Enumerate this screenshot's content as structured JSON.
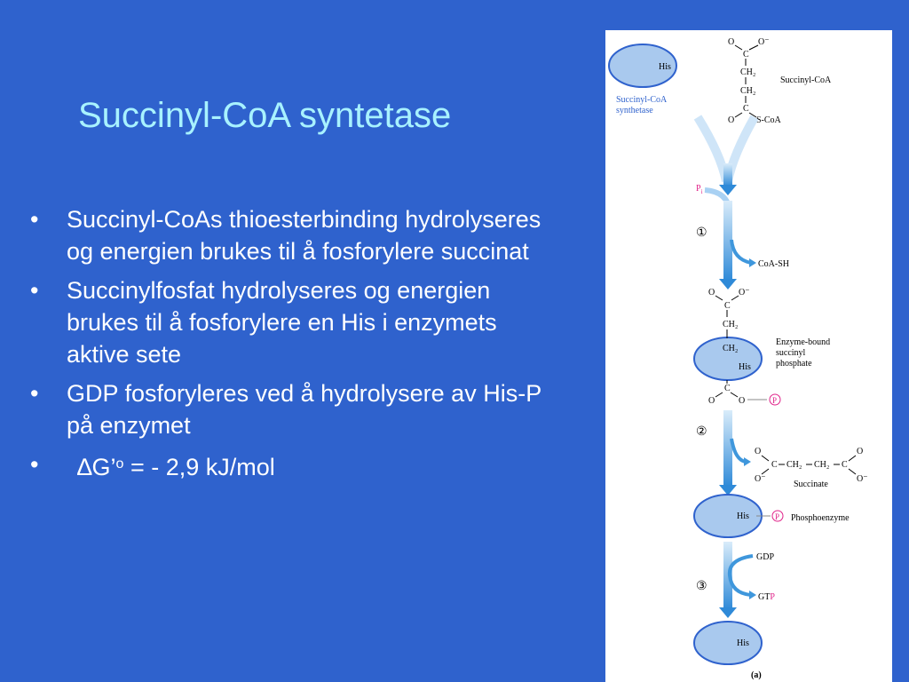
{
  "title": "Succinyl-CoA syntetase",
  "bullets": [
    "Succinyl-CoAs thioesterbinding hydrolyseres og energien brukes til å fosforylere succinat",
    "Succinylfosfat hydrolyseres og energien brukes til å fosforylere en His i enzymets aktive sete",
    "GDP fosforyleres ved å hydrolysere av His-P på enzymet"
  ],
  "bullet_marker": "•",
  "delta_g": {
    "symbol": "∆G’",
    "superscript": "o",
    "value": " = - 2,9 kJ/mol"
  },
  "figure": {
    "enzyme_label": "His",
    "enzyme_name_line1": "Succinyl-CoA",
    "enzyme_name_line2": "synthetase",
    "succinyl_coa": {
      "o_left": "O",
      "o_minus": "O⁻",
      "c_top": "C",
      "ch2_a": "CH₂",
      "ch2_b": "CH₂",
      "c_bottom": "C",
      "o_bottom": "O",
      "s_coa": "S-CoA",
      "label": "Succinyl-CoA"
    },
    "pi": "P",
    "pi_sub": "i",
    "step1": "①",
    "coa_sh": "CoA-SH",
    "intermediate": {
      "o_left": "O",
      "o_minus": "O⁻",
      "c_top": "C",
      "ch2_a": "CH₂",
      "ch2_b": "CH₂",
      "his": "His",
      "c_bottom": "C",
      "o_bottom_left": "O",
      "o_bottom_right": "O",
      "p": "P",
      "label_line1": "Enzyme-bound",
      "label_line2": "succinyl",
      "label_line3": "phosphate"
    },
    "step2": "②",
    "succinate": {
      "o1": "O",
      "o2": "O⁻",
      "c1": "C",
      "ch2_a": "CH₂",
      "ch2_b": "CH₂",
      "c2": "C",
      "o3": "O",
      "o4": "O⁻",
      "label": "Succinate"
    },
    "phosphoenzyme": {
      "his": "His",
      "p": "P",
      "label": "Phosphoenzyme"
    },
    "step3": "③",
    "gdp": "GDP",
    "gtp": "GT",
    "gtp_p": "P",
    "final_his": "His",
    "panel_label": "(a)",
    "colors": {
      "enzyme_fill": "#a9c9ee",
      "enzyme_stroke": "#2f62cd",
      "arrow": "#3f97dc",
      "phosphate": "#e0238a",
      "enzyme_text": "#2f62cd"
    }
  }
}
